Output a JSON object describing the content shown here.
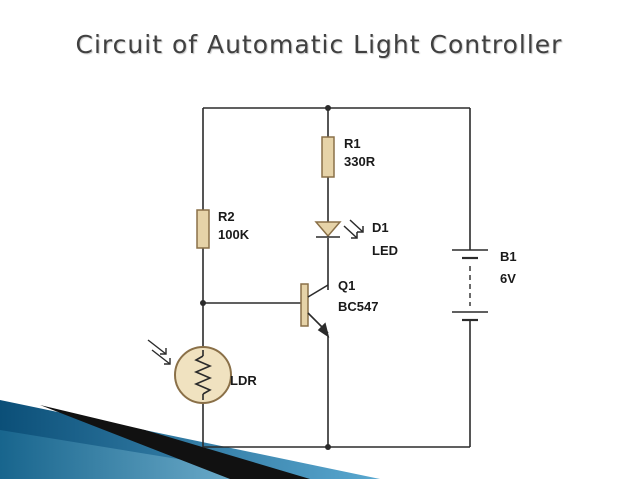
{
  "slide": {
    "title": "Circuit of Automatic Light Controller"
  },
  "circuit": {
    "components": [
      {
        "ref": "R1",
        "value": "330R",
        "type": "resistor"
      },
      {
        "ref": "R2",
        "value": "100K",
        "type": "resistor"
      },
      {
        "ref": "D1",
        "value": "LED",
        "type": "led"
      },
      {
        "ref": "Q1",
        "value": "BC547",
        "type": "npn-transistor"
      },
      {
        "ref": "B1",
        "value": "6V",
        "type": "battery"
      },
      {
        "ref": "LDR",
        "type": "light-dependent-resistor"
      }
    ],
    "colors": {
      "wire": "#2b2b2b",
      "component_fill": "#e6d3a8",
      "component_stroke": "#8a7048",
      "ldr_fill": "#f0e2c0"
    }
  },
  "decoration": {
    "colors": {
      "wedge_dark": "#0b4f78",
      "wedge_light": "#5aa8d0",
      "black_wedge": "#111111"
    }
  }
}
